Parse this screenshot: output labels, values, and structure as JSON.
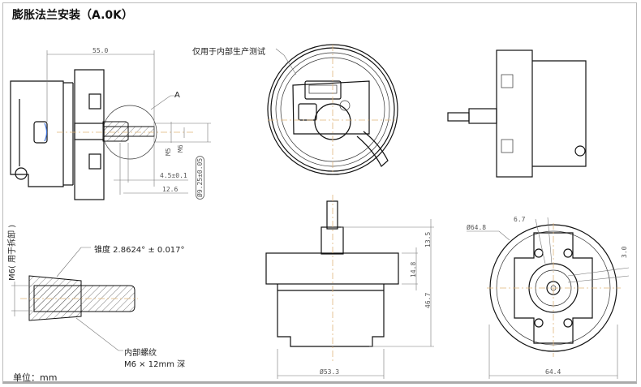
{
  "title": "膨胀法兰安装（A.0K）",
  "side_view_left": {
    "dim_length": "55.0",
    "detail_label": "A",
    "dim_m5": "M5",
    "dim_m6": "M6",
    "dim_4_5": "4.5±0.1",
    "dim_12_6": "12.6",
    "dim_diameter": "Ø9.25±0.05"
  },
  "front_view_top": {
    "note": "仅用于内部生产测试"
  },
  "detail_view": {
    "m6_label": "M6( 用于拆卸 )",
    "taper_label": "锥度 2.8624° ± 0.017°",
    "thread_label_1": "内部螺纹",
    "thread_label_2": "M6 × 12mm 深"
  },
  "bottom_side_view": {
    "dim_13_5": "13.5",
    "dim_14_8": "14.8",
    "dim_46_7": "46.7",
    "dim_diameter": "Ø53.3"
  },
  "bottom_front_view": {
    "dim_diameter": "Ø64.8",
    "dim_6_7": "6.7",
    "dim_3_0": "3.0",
    "dim_width": "64.4"
  },
  "units_label": "单位：mm"
}
